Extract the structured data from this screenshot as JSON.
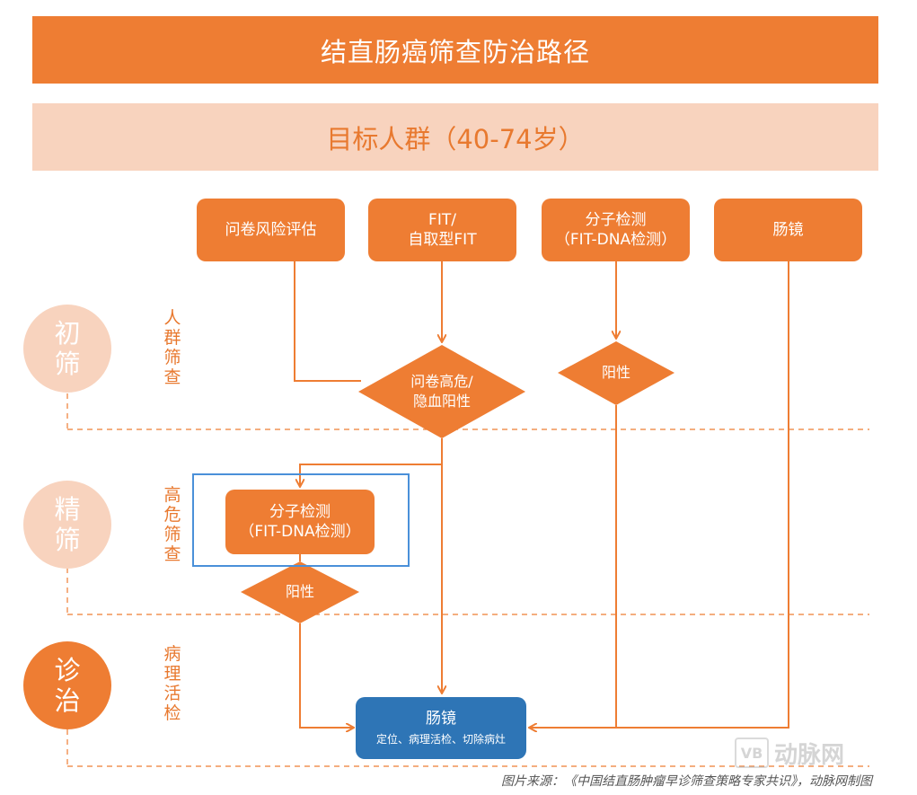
{
  "title": "结直肠癌筛查防治路径",
  "target": "目标人群（40-74岁）",
  "methods": [
    "问卷风险评估",
    "FIT/\n自取型FIT",
    "分子检测\n（FIT-DNA检测）",
    "肠镜"
  ],
  "decisions": {
    "initial_combined": "问卷高危/\n隐血阳性",
    "initial_molecular": "阳性",
    "precise_positive": "阳性"
  },
  "precise_box": "分子检测\n（FIT-DNA检测）",
  "final_box": {
    "title": "肠镜",
    "subtitle": "定位、病理活检、切除病灶"
  },
  "stages": [
    {
      "circle": "初筛",
      "label": "人群筛查"
    },
    {
      "circle": "精筛",
      "label": "高危筛查"
    },
    {
      "circle": "诊治",
      "label": "病理活检"
    }
  ],
  "source": "图片来源：《中国结直肠肿瘤早诊筛查策略专家共识》，动脉网制图",
  "watermark": "动脉网",
  "colors": {
    "orange": "#ee7d33",
    "peach": "#f8d3be",
    "light_circle": "#f8d3be",
    "blue": "#2e75b6",
    "highlight": "#4a90d9"
  }
}
